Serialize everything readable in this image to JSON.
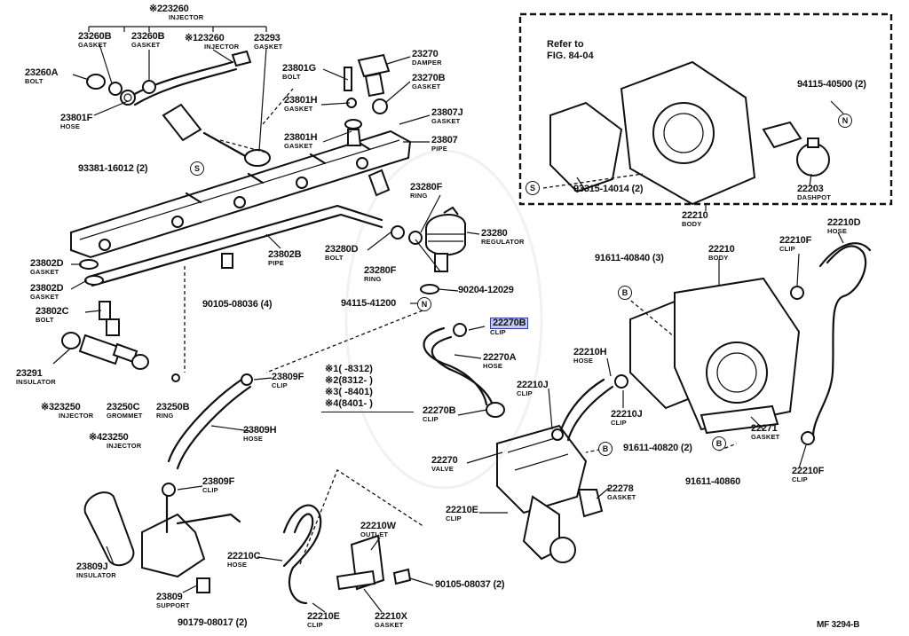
{
  "diagram_title": "MF 3294-B",
  "refer_note": "Refer to\nFIG. 84-04",
  "highlight_color": "#c4c8f0",
  "parts": [
    {
      "id": "p1",
      "number": "※223260",
      "name": "INJECTOR"
    },
    {
      "id": "p2",
      "number": "23260B",
      "name": "GASKET"
    },
    {
      "id": "p3",
      "number": "23260B",
      "name": "GASKET"
    },
    {
      "id": "p4",
      "number": "※123260",
      "name": "INJECTOR"
    },
    {
      "id": "p5",
      "number": "23293",
      "name": "GASKET"
    },
    {
      "id": "p6",
      "number": "23260A",
      "name": "BOLT"
    },
    {
      "id": "p7",
      "number": "23801F",
      "name": "HOSE"
    },
    {
      "id": "p8",
      "number": "23801G",
      "name": "BOLT"
    },
    {
      "id": "p9",
      "number": "23801H",
      "name": "GASKET"
    },
    {
      "id": "p10",
      "number": "23801H",
      "name": "GASKET"
    },
    {
      "id": "p11",
      "number": "23270",
      "name": "DAMPER"
    },
    {
      "id": "p12",
      "number": "23270B",
      "name": "GASKET"
    },
    {
      "id": "p13",
      "number": "23807J",
      "name": "GASKET"
    },
    {
      "id": "p14",
      "number": "23807",
      "name": "PIPE"
    },
    {
      "id": "p15",
      "number": "93381-16012 (2)",
      "name": ""
    },
    {
      "id": "p16",
      "number": "23280F",
      "name": "RING"
    },
    {
      "id": "p17",
      "number": "23280",
      "name": "REGULATOR"
    },
    {
      "id": "p18",
      "number": "23802B",
      "name": "PIPE"
    },
    {
      "id": "p19",
      "number": "23280D",
      "name": "BOLT"
    },
    {
      "id": "p20",
      "number": "23280F",
      "name": "RING"
    },
    {
      "id": "p21",
      "number": "23802D",
      "name": "GASKET"
    },
    {
      "id": "p22",
      "number": "23802D",
      "name": "GASKET"
    },
    {
      "id": "p23",
      "number": "23802C",
      "name": "BOLT"
    },
    {
      "id": "p24",
      "number": "90105-08036 (4)",
      "name": ""
    },
    {
      "id": "p25",
      "number": "90204-12029",
      "name": ""
    },
    {
      "id": "p26",
      "number": "94115-41200",
      "name": ""
    },
    {
      "id": "p27",
      "number": "22270B",
      "name": "CLIP"
    },
    {
      "id": "p28",
      "number": "23291",
      "name": "INSULATOR"
    },
    {
      "id": "p29",
      "number": "※323250",
      "name": "INJECTOR"
    },
    {
      "id": "p30",
      "number": "23250C",
      "name": "GROMMET"
    },
    {
      "id": "p31",
      "number": "23250B",
      "name": "RING"
    },
    {
      "id": "p32",
      "number": "※423250",
      "name": "INJECTOR"
    },
    {
      "id": "p33",
      "number": "23809F",
      "name": "CLIP"
    },
    {
      "id": "p34",
      "number": "23809H",
      "name": "HOSE"
    },
    {
      "id": "p35",
      "number": "22270A",
      "name": "HOSE"
    },
    {
      "id": "p36",
      "number": "22270B",
      "name": "CLIP"
    },
    {
      "id": "p37",
      "number": "22210J",
      "name": "CLIP"
    },
    {
      "id": "p38",
      "number": "22210H",
      "name": "HOSE"
    },
    {
      "id": "p39",
      "number": "22210J",
      "name": "CLIP"
    },
    {
      "id": "p40",
      "number": "91611-40820 (2)",
      "name": ""
    },
    {
      "id": "p41",
      "number": "22270",
      "name": "VALVE"
    },
    {
      "id": "p42",
      "number": "22278",
      "name": "GASKET"
    },
    {
      "id": "p43",
      "number": "22210E",
      "name": "CLIP"
    },
    {
      "id": "p44",
      "number": "23809F",
      "name": "CLIP"
    },
    {
      "id": "p45",
      "number": "23809J",
      "name": "INSULATOR"
    },
    {
      "id": "p46",
      "number": "23809",
      "name": "SUPPORT"
    },
    {
      "id": "p47",
      "number": "90179-08017 (2)",
      "name": ""
    },
    {
      "id": "p48",
      "number": "22210C",
      "name": "HOSE"
    },
    {
      "id": "p49",
      "number": "22210W",
      "name": "OUTLET"
    },
    {
      "id": "p50",
      "number": "90105-08037 (2)",
      "name": ""
    },
    {
      "id": "p51",
      "number": "22210E",
      "name": "CLIP"
    },
    {
      "id": "p52",
      "number": "22210X",
      "name": "GASKET"
    },
    {
      "id": "p53",
      "number": "94115-40500 (2)",
      "name": ""
    },
    {
      "id": "p54",
      "number": "93315-14014 (2)",
      "name": ""
    },
    {
      "id": "p55",
      "number": "22203",
      "name": "DASHPOT"
    },
    {
      "id": "p56",
      "number": "22210",
      "name": "BODY"
    },
    {
      "id": "p57",
      "number": "22210",
      "name": "BODY"
    },
    {
      "id": "p58",
      "number": "91611-40840 (3)",
      "name": ""
    },
    {
      "id": "p59",
      "number": "22210F",
      "name": "CLIP"
    },
    {
      "id": "p60",
      "number": "22210D",
      "name": "HOSE"
    },
    {
      "id": "p61",
      "number": "22271",
      "name": "GASKET"
    },
    {
      "id": "p62",
      "number": "91611-40860",
      "name": ""
    },
    {
      "id": "p63",
      "number": "22210F",
      "name": "CLIP"
    }
  ],
  "highlighted_part": "p27",
  "legend": [
    {
      "mark": "※1",
      "range": "(      -8312)"
    },
    {
      "mark": "※2",
      "range": "(8312-      )"
    },
    {
      "mark": "※3",
      "range": "(      -8401)"
    },
    {
      "mark": "※4",
      "range": "(8401-      )"
    }
  ],
  "callouts": {
    "S": "S",
    "N": "N",
    "B": "B"
  }
}
